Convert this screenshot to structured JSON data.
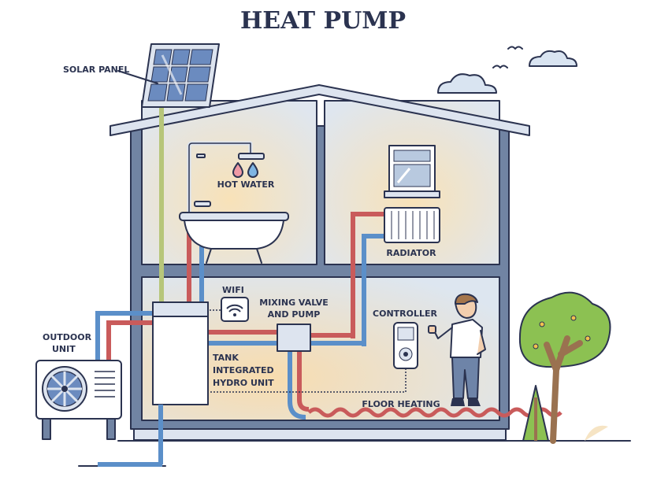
{
  "title": "HEAT PUMP",
  "labels": {
    "solar_panel": "SOLAR PANEL",
    "hot_water": "HOT WATER",
    "radiator": "RADIATOR",
    "wifi": "WIFI",
    "mixing_valve_line1": "MIXING VALVE",
    "mixing_valve_line2": "AND PUMP",
    "controller": "CONTROLLER",
    "outdoor_unit_line1": "OUTDOOR",
    "outdoor_unit_line2": "UNIT",
    "tank_line1": "TANK",
    "tank_line2": "INTEGRATED",
    "tank_line3": "HYDRO UNIT",
    "floor_heating": "FLOOR HEATING"
  },
  "colors": {
    "outline": "#2b3350",
    "wall": "#6d7e9c",
    "roof": "#dde4ef",
    "interior_warm": "#f6e4c4",
    "interior_cool": "#dbe6f2",
    "hot_pipe": "#c95b5b",
    "cold_pipe": "#5b8fc9",
    "solar_pipe": "#b7c67a",
    "tree_green": "#8cc152",
    "trunk": "#9a7250"
  },
  "icons": [
    "solar-panel-icon",
    "shower-icon",
    "bathtub-icon",
    "window-icon",
    "radiator-icon",
    "wifi-icon",
    "mixing-valve-icon",
    "controller-icon",
    "person-icon",
    "outdoor-unit-icon",
    "fan-icon",
    "tree-icon",
    "cloud-icon",
    "bird-icon",
    "water-drop-icon"
  ]
}
